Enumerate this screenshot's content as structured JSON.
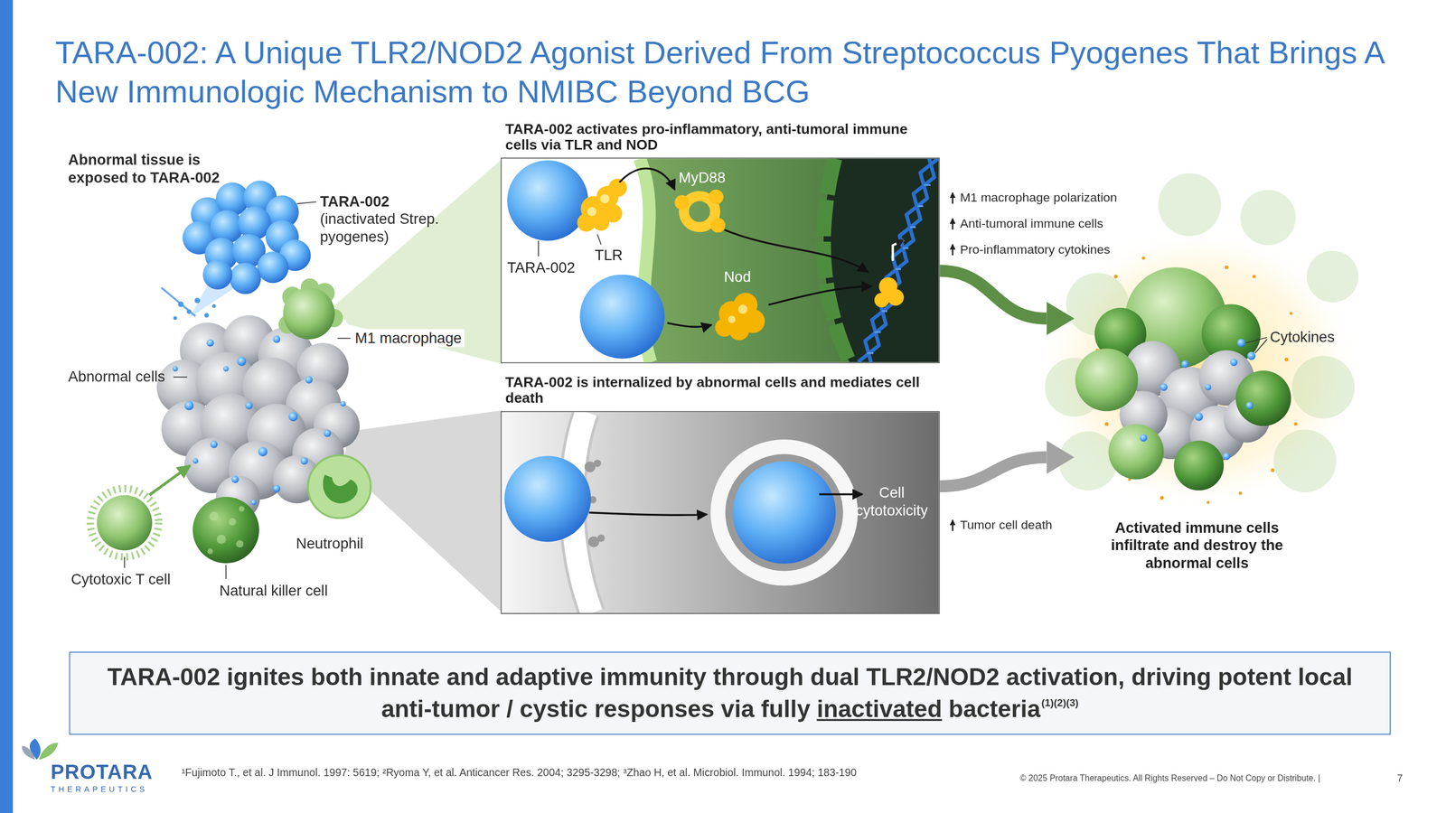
{
  "diagram": {
    "title": "TARA-002: A Unique TLR2/NOD2 Agonist Derived From Streptococcus Pyogenes That Brings A New Immunologic Mechanism to NMIBC Beyond BCG",
    "nodes": [
      {
        "text": [
          "TARA-002 activates pro-inflammatory, anti-tumoral immune cells via TLR and NOD"
        ]
      },
      {
        "text": [
          "TARA-002 is internalized by abnormal cells and mediates cell death"
        ]
      },
      {
        "text": [
          "Activated immune cells infiltrate and destroy the abnormal cells"
        ]
      },
      {
        "text": [
          "TARA-002 ignites both innate and adaptive immunity through dual TLR2/NOD2 activation, driving potent local anti-tumor / cystic responses via fully",
          "inactivated",
          "bacteria",
          "(1)(2)(3)"
        ]
      }
    ],
    "edges": [
      {
        "from": 0,
        "to": 2,
        "arrow": "to"
      },
      {
        "from": 1,
        "to": 2,
        "arrow": "to"
      }
    ],
    "labels": [
      "Abnormal tissue is exposed to TARA-002",
      "TARA-002",
      "(inactivated Strep. pyogenes)",
      "M1 macrophage",
      "Abnormal cells",
      "Neutrophil",
      "Cytotoxic T cell",
      "Natural killer cell",
      "MyD88",
      "TLR",
      "TARA-002",
      "Nod",
      "Cell cytotoxicity",
      "M1 macrophage polarization",
      "Anti-tumoral immune cells",
      "Pro-inflammatory cytokines",
      "Tumor cell death",
      "Cytokines",
      "PROTARA",
      "THERAPEUTICS",
      "¹Fujimoto T., et al. J Immunol. 1997: 5619; ²Ryoma Y, et al. Anticancer Res. 2004; 3295-3298; ³Zhao H, et al. Microbiol. Immunol. 1994; 183-190",
      "© 2025 Protara Therapeutics. All Rights Reserved – Do Not Copy or Distribute. |",
      "7"
    ]
  }
}
